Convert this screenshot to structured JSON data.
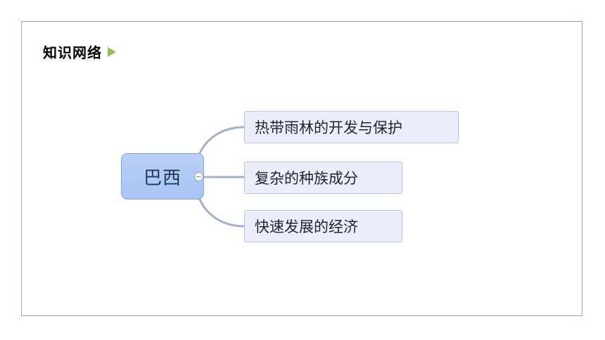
{
  "section": {
    "title": "知识网络"
  },
  "mindmap": {
    "central": "巴西",
    "branches": [
      {
        "label": "热带雨林的开发与保护"
      },
      {
        "label": "复杂的种族成分"
      },
      {
        "label": "快速发展的经济"
      }
    ]
  },
  "colors": {
    "frame_border": "#9aa69a",
    "title_arrow": "#8fc34f",
    "central_fill": "#b1caf5",
    "central_border": "#86a6d8",
    "branch_fill": "#e9eefa",
    "branch_border": "#b3c2e2",
    "connector": "#9fb0d4"
  }
}
